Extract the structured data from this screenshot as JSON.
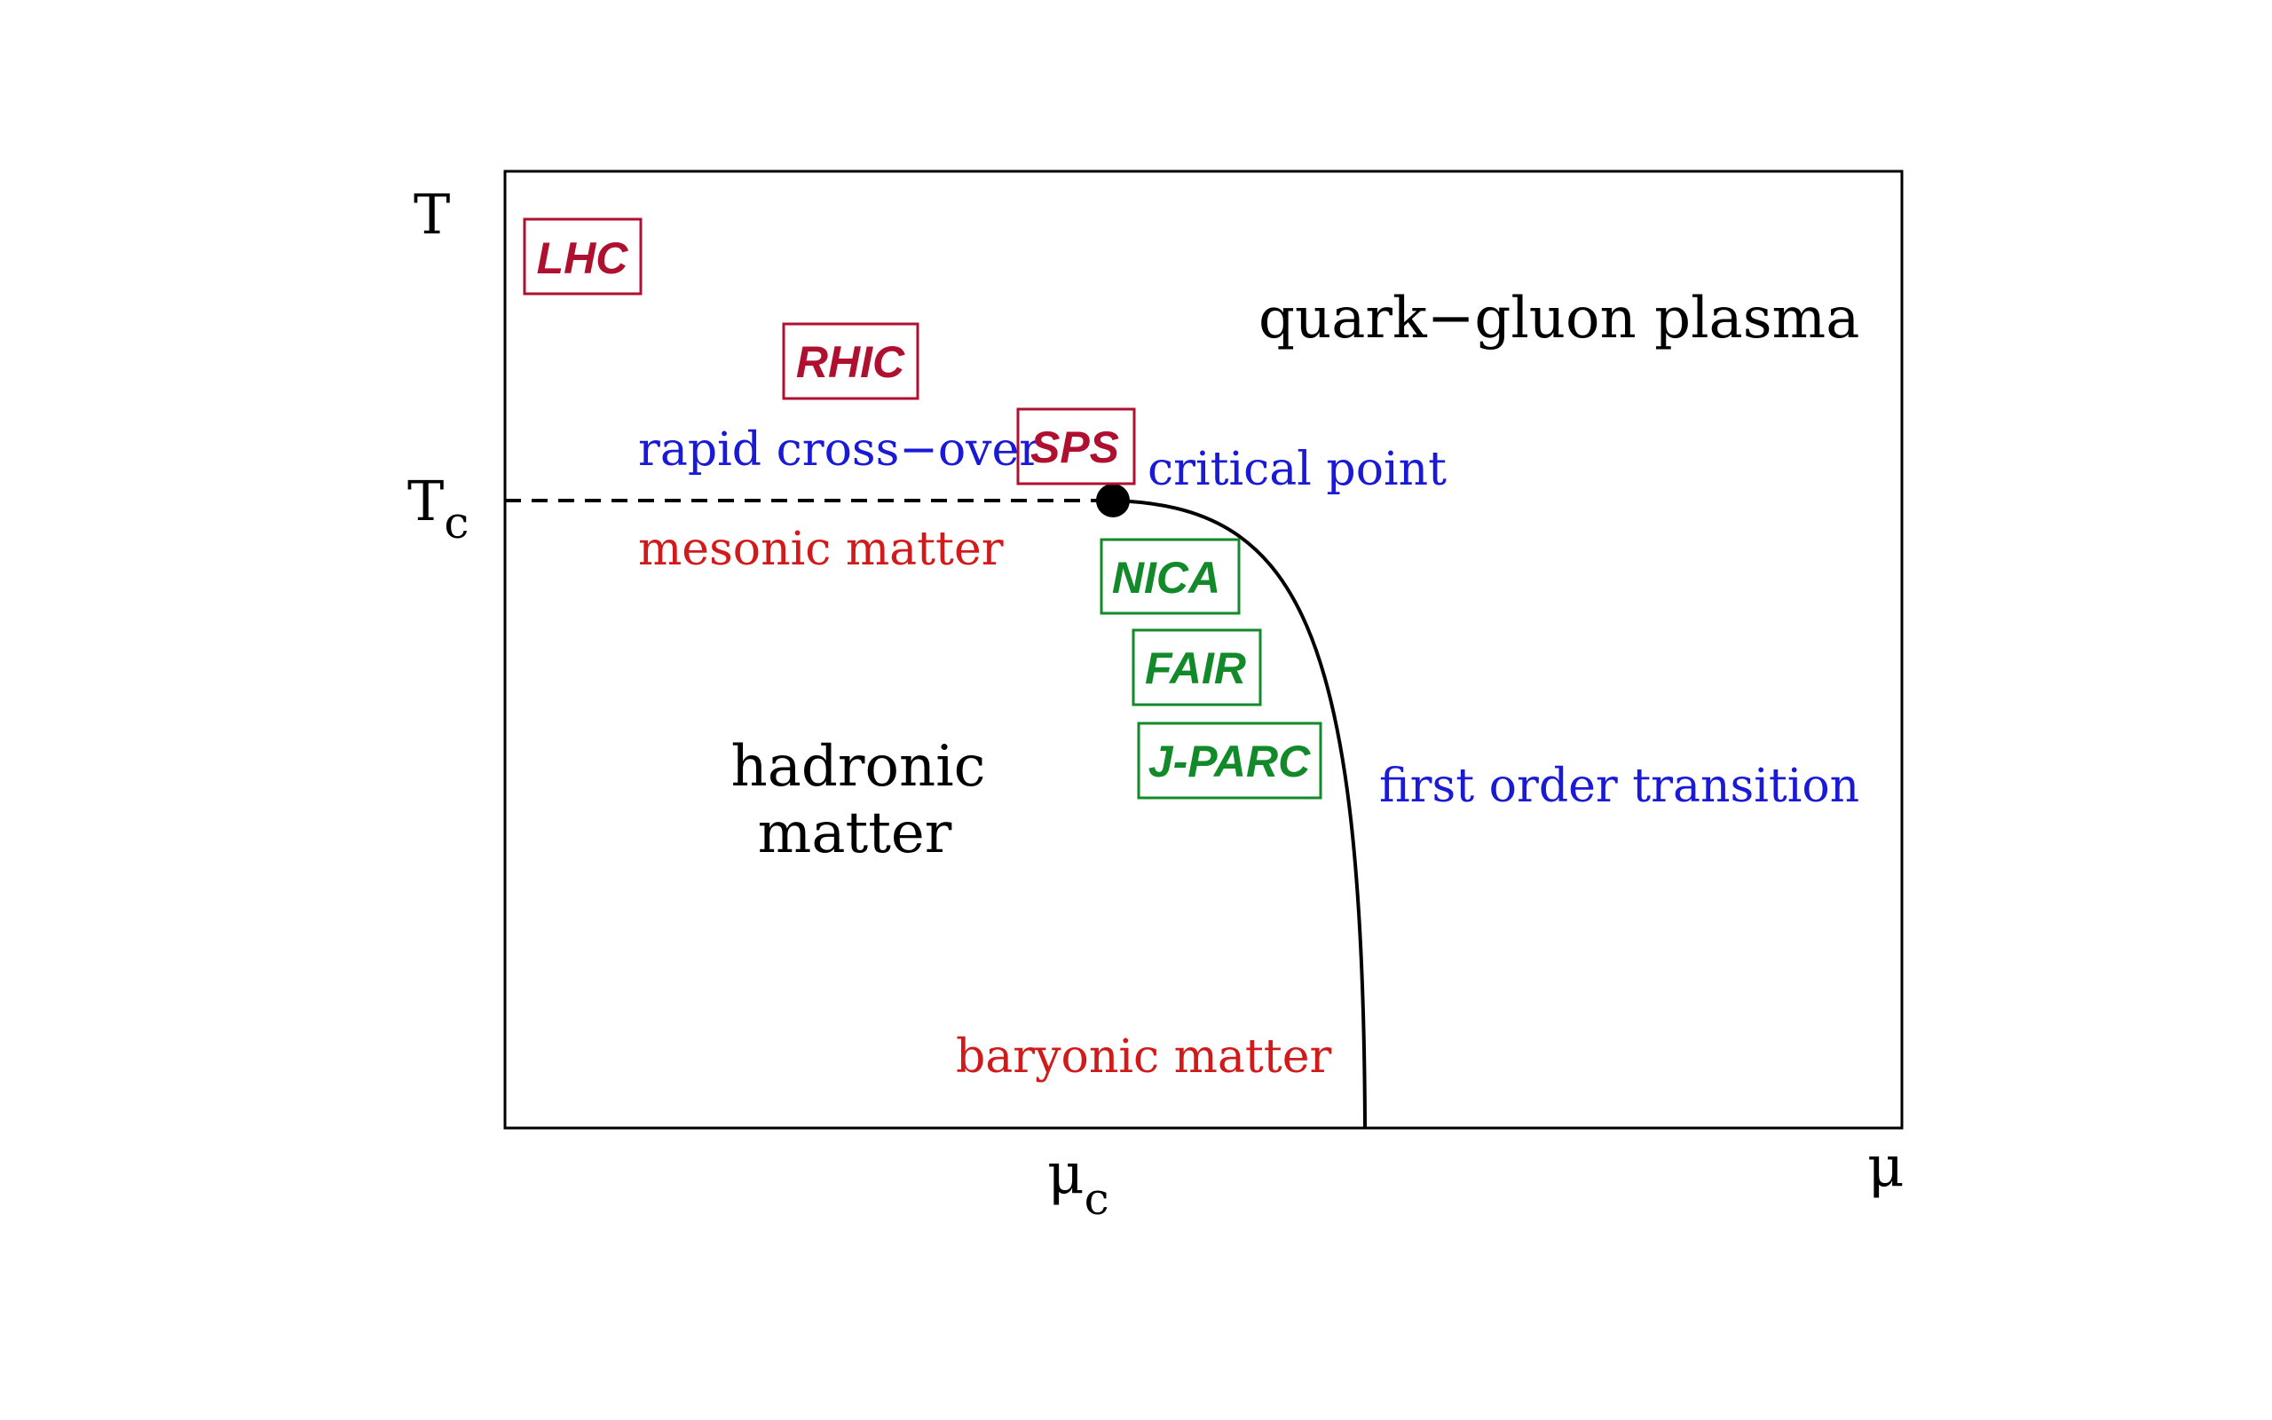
{
  "axes": {
    "y_label": "T",
    "y_tick_main": "T",
    "y_tick_sub": "c",
    "x_tick_main": "μ",
    "x_tick_sub": "c",
    "x_label": "μ"
  },
  "regions": {
    "qgp": "quark−gluon plasma",
    "hadronic_line1": "hadronic",
    "hadronic_line2": "matter",
    "mesonic": "mesonic matter",
    "baryonic": "baryonic matter"
  },
  "annotations": {
    "crossover": "rapid cross−over",
    "critical_point": "critical point",
    "first_order": "first order transition"
  },
  "experiments": {
    "lhc": "LHC",
    "rhic": "RHIC",
    "sps": "SPS",
    "nica": "NICA",
    "fair": "FAIR",
    "jparc": "J-PARC"
  },
  "colors": {
    "experiment_red": "#b01030",
    "experiment_green": "#128a2a",
    "annotation_blue": "#1a1ad6",
    "matter_red": "#d11a1a",
    "line": "#000000"
  }
}
